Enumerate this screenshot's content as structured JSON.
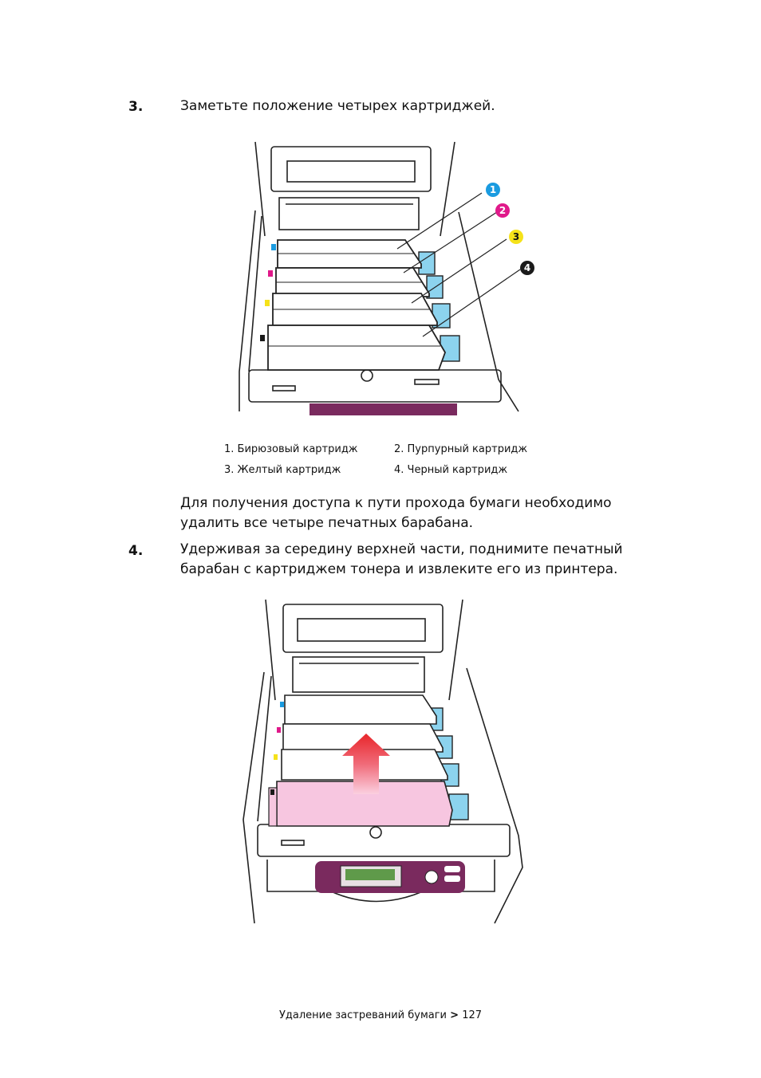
{
  "step3": {
    "number": "3.",
    "text": "Заметьте положение четырех картриджей."
  },
  "figure1": {
    "callouts": [
      {
        "label": "1",
        "color": "#1a9be0"
      },
      {
        "label": "2",
        "color": "#e0198a"
      },
      {
        "label": "3",
        "color": "#f5e21a"
      },
      {
        "label": "4",
        "color": "#1a1a1a"
      }
    ],
    "panel_color": "#8cd3ee"
  },
  "legend": {
    "item1": "1. Бирюзовый картридж",
    "item2": "2. Пурпурный картридж",
    "item3": "3. Желтый картридж",
    "item4": "4. Черный картридж"
  },
  "note": {
    "line1": "Для получения доступа к пути прохода бумаги необходимо",
    "line2": "удалить все четыре печатных барабана."
  },
  "step4": {
    "number": "4.",
    "line1": "Удерживая за середину верхней части, поднимите печатный",
    "line2": "барабан с картриджем тонера и извлеките его из принтера."
  },
  "figure2": {
    "highlight_color": "#f7c6e0",
    "arrow_color": "#e8262b",
    "panel_color": "#7a2a5e",
    "display_color": "#5f9a4a"
  },
  "footer": {
    "text": "Удаление застреваний бумаги",
    "separator": ">",
    "page": "127"
  }
}
